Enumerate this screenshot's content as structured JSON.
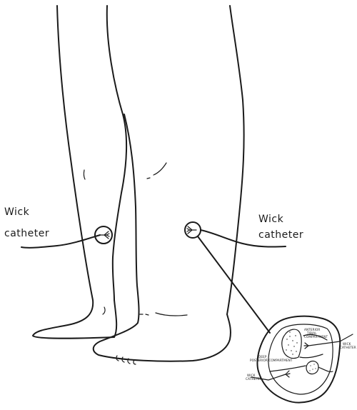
{
  "labels": {
    "left_catheter": [
      "Wick",
      "catheter"
    ],
    "right_catheter": [
      "Wick",
      "catheter"
    ],
    "inset_anterior": [
      "ANTERIOR",
      "TIBIAL",
      "COMPARTMENT"
    ],
    "inset_deep": [
      "DEEP",
      "POSTERIOR COMPARTMENT"
    ],
    "inset_wick_right": [
      "WICK",
      "CATHETER"
    ],
    "inset_wick_left": [
      "WICK",
      "CATHETER"
    ]
  }
}
